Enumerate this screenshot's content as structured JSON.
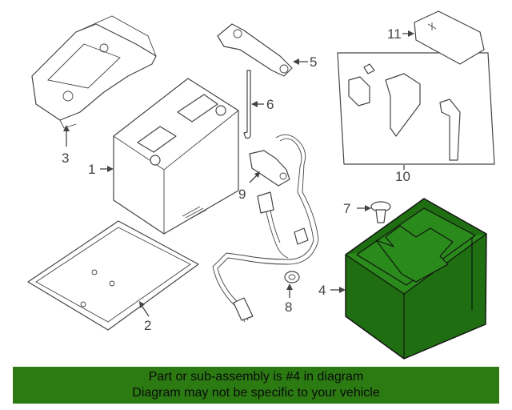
{
  "callouts": {
    "c1": "1",
    "c2": "2",
    "c3": "3",
    "c4": "4",
    "c5": "5",
    "c6": "6",
    "c7": "7",
    "c8": "8",
    "c9": "9",
    "c10": "10",
    "c11": "11"
  },
  "highlighted_part": "4",
  "colors": {
    "highlight": "#1f6e12",
    "footer_background": "#2b7a12"
  },
  "footer": {
    "line1": "Part or sub-assembly is #4 in diagram",
    "line2": "Diagram may not be specific to your vehicle"
  }
}
